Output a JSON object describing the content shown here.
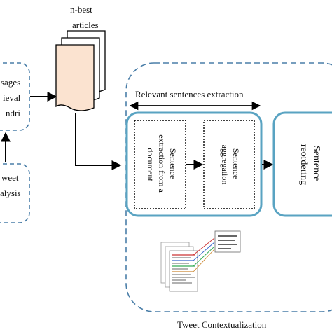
{
  "left_top_box": {
    "lines": [
      "sages",
      "ieval",
      "ndri"
    ]
  },
  "left_bottom_box": {
    "lines": [
      "weet",
      "alysis"
    ]
  },
  "nbest": {
    "lines": [
      "n-best",
      "articles"
    ]
  },
  "relevant_label": "Relevant sentences extraction",
  "box_extraction": {
    "lines": [
      "Sentence",
      "extraction from a",
      "document"
    ]
  },
  "box_aggregation": {
    "lines": [
      "Sentence",
      "aggregation"
    ]
  },
  "box_reordering": {
    "lines": [
      "Sentence",
      "reordering"
    ]
  },
  "container_label": "Tweet Contextualization",
  "colors": {
    "dashed_border": "#4a7ea8",
    "inner_panel_border": "#59a3c2",
    "document_fill": "#fbe3d0",
    "arrow": "#000000"
  }
}
